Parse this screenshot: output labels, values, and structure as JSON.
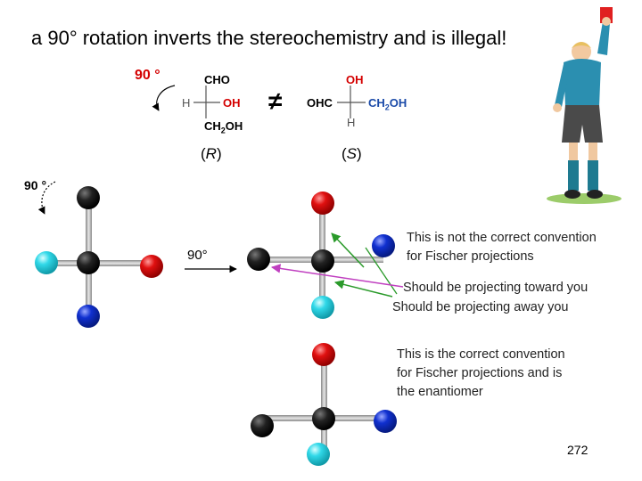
{
  "title": "a 90° rotation inverts the stereochemistry and is illegal!",
  "fischer_left": {
    "rotation": "90 °",
    "top": "CHO",
    "left": "H",
    "right": "OH",
    "bottom_main": "CH",
    "bottom_sub": "2",
    "bottom_end": "OH",
    "config_open": "(",
    "config_letter": "R",
    "config_close": ")"
  },
  "not_equal": "≠",
  "fischer_right": {
    "top": "OH",
    "left": "OHC",
    "right_main": "CH",
    "right_sub": "2",
    "right_end": "OH",
    "bottom": "H",
    "config_open": "(",
    "config_letter": "S",
    "config_close": ")"
  },
  "ball_stick_rotation": "90 °",
  "arrow_label": "90°",
  "notes": {
    "incorrect_line1": "This is not the correct convention",
    "incorrect_line2": "for Fischer  projections",
    "toward_you": "Should be projecting toward you",
    "away_you": "Should be projecting away you",
    "correct_line1": "This is the correct convention",
    "correct_line2": "for Fischer  projections and is",
    "correct_line3": "the enantiomer"
  },
  "page_number": "272",
  "colors": {
    "carbon": "#111111",
    "oxygen": "#e01010",
    "fluorine_cyan": "#30d8e8",
    "nitrogen_blue": "#1030d0",
    "arrow_green": "#2a9a2a",
    "arrow_magenta": "#c040c0",
    "rotation_text": "#d40000"
  }
}
